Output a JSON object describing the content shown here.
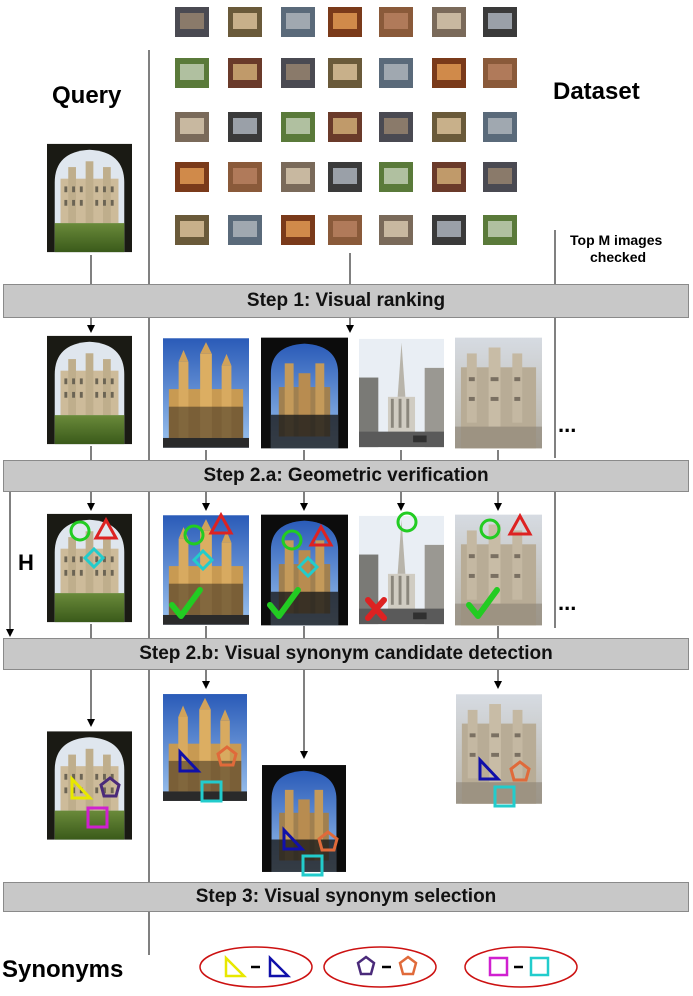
{
  "labels": {
    "query": "Query",
    "dataset": "Dataset",
    "top_m": "Top M images",
    "checked": "checked",
    "h": "H",
    "synonyms": "Synonyms",
    "ellipsis_1": "...",
    "ellipsis_2": "..."
  },
  "steps": {
    "step1": "Step 1: Visual ranking",
    "step2a": "Step 2.a: Geometric verification",
    "step2b": "Step 2.b: Visual synonym candidate detection",
    "step3": "Step 3: Visual synonym selection"
  },
  "colors": {
    "green": "#22cc22",
    "red": "#dd2222",
    "cyan": "#22cccc",
    "yellow": "#e8e800",
    "blue": "#1010aa",
    "purple": "#4a2a7a",
    "orange": "#e06a3a",
    "magenta": "#d020d0",
    "banner": "#c8c8c8",
    "ellipse": "#cc1111"
  }
}
